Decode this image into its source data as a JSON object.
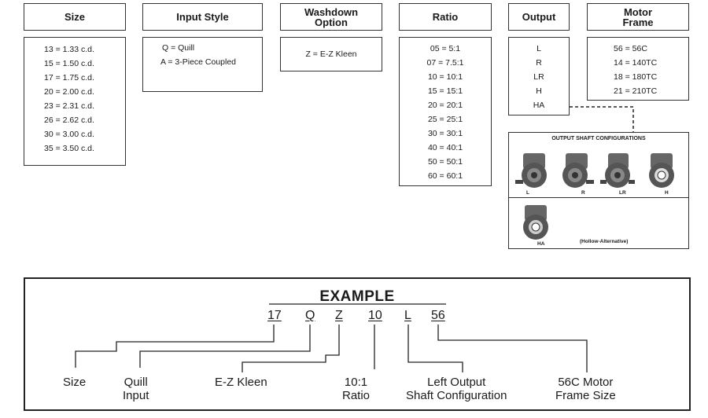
{
  "size": {
    "header": "Size",
    "items": [
      "13 = 1.33 c.d.",
      "15 = 1.50 c.d.",
      "17 = 1.75 c.d.",
      "20 = 2.00 c.d.",
      "23 = 2.31 c.d.",
      "26 = 2.62 c.d.",
      "30 = 3.00 c.d.",
      "35 = 3.50 c.d."
    ]
  },
  "input_style": {
    "header": "Input Style",
    "items": [
      "Q = Quill",
      "A = 3-Piece Coupled"
    ]
  },
  "washdown": {
    "header_line1": "Washdown",
    "header_line2": "Option",
    "items": [
      "Z = E-Z Kleen"
    ]
  },
  "ratio": {
    "header": "Ratio",
    "items": [
      "05 = 5:1",
      "07 = 7.5:1",
      "10 = 10:1",
      "15 = 15:1",
      "20 = 20:1",
      "25 = 25:1",
      "30 = 30:1",
      "40 = 40:1",
      "50 = 50:1",
      "60 = 60:1"
    ]
  },
  "output": {
    "header": "Output",
    "items": [
      "L",
      "R",
      "LR",
      "H",
      "HA"
    ]
  },
  "motor_frame": {
    "header_line1": "Motor",
    "header_line2": "Frame",
    "items": [
      "56 = 56C",
      "14 = 140TC",
      "18 = 180TC",
      "21 = 210TC"
    ]
  },
  "shaft_configs": {
    "title": "OUTPUT SHAFT CONFIGURATIONS",
    "labels": [
      "L",
      "R",
      "LR",
      "H",
      "HA"
    ],
    "ha_note": "(Hollow-Alternative)"
  },
  "example": {
    "title": "EXAMPLE",
    "codes": [
      "17",
      "Q",
      "Z",
      "10",
      "L",
      "56"
    ],
    "labels": {
      "size": "Size",
      "quill_1": "Quill",
      "quill_2": "Input",
      "ezkleen": "E-Z Kleen",
      "ratio_1": "10:1",
      "ratio_2": "Ratio",
      "output_1": "Left Output",
      "output_2": "Shaft Configuration",
      "motor_1": "56C Motor",
      "motor_2": "Frame Size"
    }
  },
  "colors": {
    "border": "#333333",
    "text": "#1a1a1a",
    "gear_body": "#555555"
  }
}
